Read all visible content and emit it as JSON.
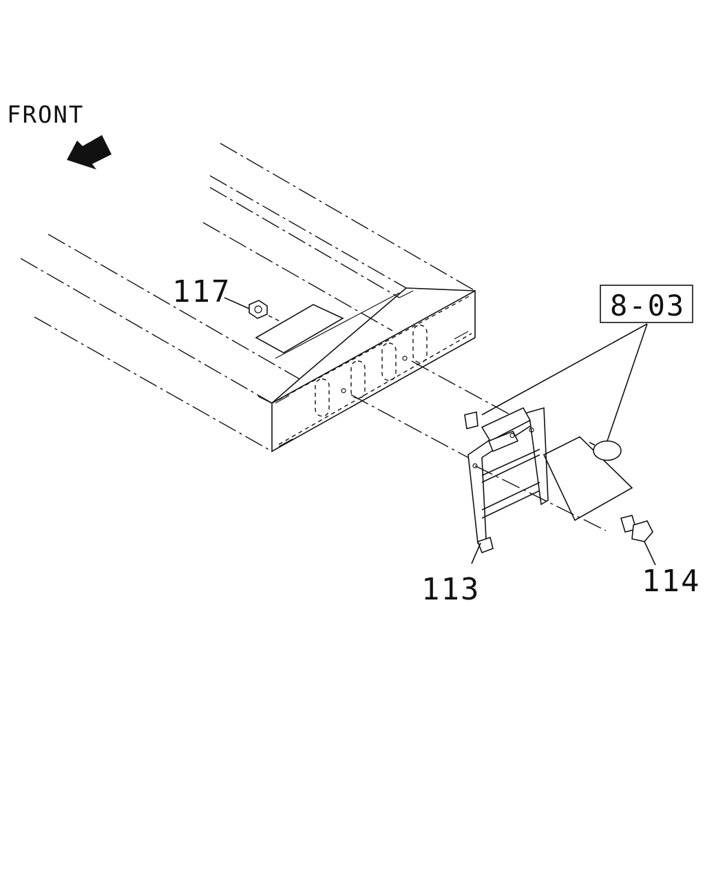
{
  "direction_label": "FRONT",
  "callouts": {
    "nut": "117",
    "bracket": "113",
    "bolt": "114",
    "reference": "8-03"
  },
  "colors": {
    "line": "#111111",
    "background": "#ffffff"
  },
  "icons": [
    "front-arrow-icon"
  ]
}
